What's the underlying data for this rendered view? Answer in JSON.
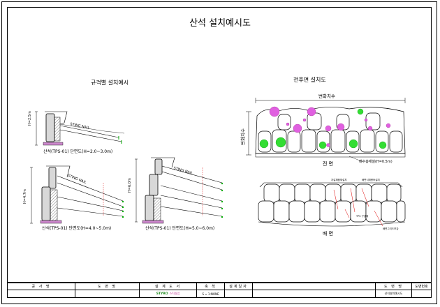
{
  "title": "산석 설치예시도",
  "left_section": {
    "heading": "규격별 설치예시",
    "diagram1": {
      "height_label": "H=2.5m",
      "nail_label": "STING NAIL",
      "caption": "산석(TPS-01) 단면도(H=2.0~3.0m)"
    },
    "diagram2": {
      "height_label": "H=4.7m",
      "nail_label": "STING NAIL",
      "caption": "산석(TPS-01) 단면도(H=4.0~5.0m)"
    },
    "diagram3": {
      "height_label": "H=6.0m",
      "nail_label": "STING NAIL",
      "caption": "산석(TPS-01) 단면도(H=5.0~6.0m)"
    }
  },
  "right_section": {
    "heading": "전후면 설치도",
    "front_width_label": "변화치수",
    "front_height_label": "변화치수",
    "front_caption": "전 면",
    "front_note": "배수층재설(H=0.5m)",
    "back_caption": "배 면",
    "back_labels": [
      "자갈채움재설치",
      "배면식재용토설치",
      "TPS 구성재",
      "배면그리드보강"
    ]
  },
  "title_block": {
    "cells": [
      {
        "header": "공 사 명",
        "value": ""
      },
      {
        "header": "도 면 명",
        "value": ""
      },
      {
        "header": "설 계 도 서",
        "value": ""
      },
      {
        "header": "축 척",
        "value": "S = 1:NONE"
      },
      {
        "header": "설계일자",
        "value": ""
      },
      {
        "header": "",
        "value": ""
      },
      {
        "header": "도 면 명",
        "value": "산석설치예시도"
      },
      {
        "header": "도면번호",
        "value": ""
      }
    ],
    "logo_main": "STYRO",
    "logo_sub": "스틱실업",
    "colors": {
      "logo_green": "#1e8a1e",
      "logo_pink": "#c23a9a",
      "plant_green": "#33dd33",
      "flower_pink": "#e060e0"
    }
  }
}
